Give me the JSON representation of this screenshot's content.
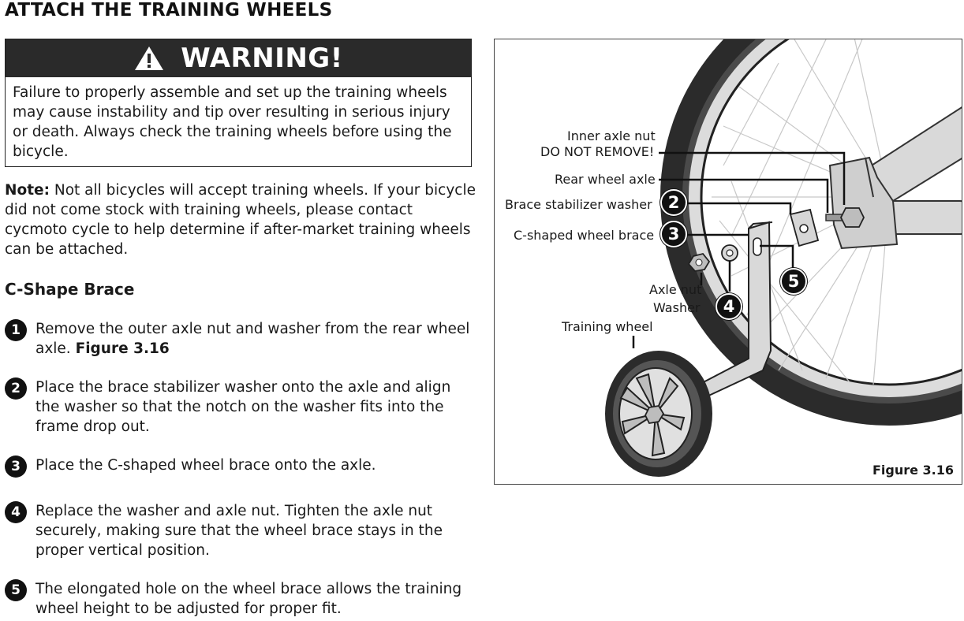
{
  "title": "ATTACH THE TRAINING WHEELS",
  "warning": {
    "heading": "WARNING!",
    "icon": "warning-triangle-icon",
    "body": "Failure to properly assemble and set up the training wheels may cause instability and tip over resulting in serious injury or death. Always check the training wheels before using the bicycle."
  },
  "note": {
    "label": "Note:",
    "text": " Not all bicycles will accept training wheels. If your bicycle did not come stock with training wheels, please contact cycmoto cycle to help determine if after-market training wheels can be attached."
  },
  "section_title": "C-Shape Brace",
  "steps": [
    {
      "num": "1",
      "text": "Remove the outer axle nut and washer from the rear wheel axle. ",
      "ref": "Figure 3.16"
    },
    {
      "num": "2",
      "text": "Place the brace stabilizer washer onto the axle and align the washer so that the notch on the washer fits into the frame drop out."
    },
    {
      "num": "3",
      "text": "Place the C-shaped wheel brace onto the axle."
    },
    {
      "num": "4",
      "text": "Replace the washer and axle nut. Tighten the axle nut securely, making sure that the wheel brace stays in the proper vertical position."
    },
    {
      "num": "5",
      "text": "The elongated hole on the wheel brace allows the training wheel height to be adjusted for proper fit."
    }
  ],
  "figure": {
    "caption": "Figure 3.16",
    "labels": {
      "inner_axle_nut": "Inner axle nut",
      "do_not_remove": "DO NOT REMOVE!",
      "rear_wheel_axle": "Rear wheel axle",
      "brace_stabilizer_washer": "Brace stabilizer washer",
      "c_shaped_wheel_brace": "C-shaped wheel brace",
      "axle_nut": "Axle nut",
      "washer": "Washer",
      "training_wheel": "Training wheel"
    },
    "callouts": [
      "2",
      "3",
      "4",
      "5"
    ]
  }
}
